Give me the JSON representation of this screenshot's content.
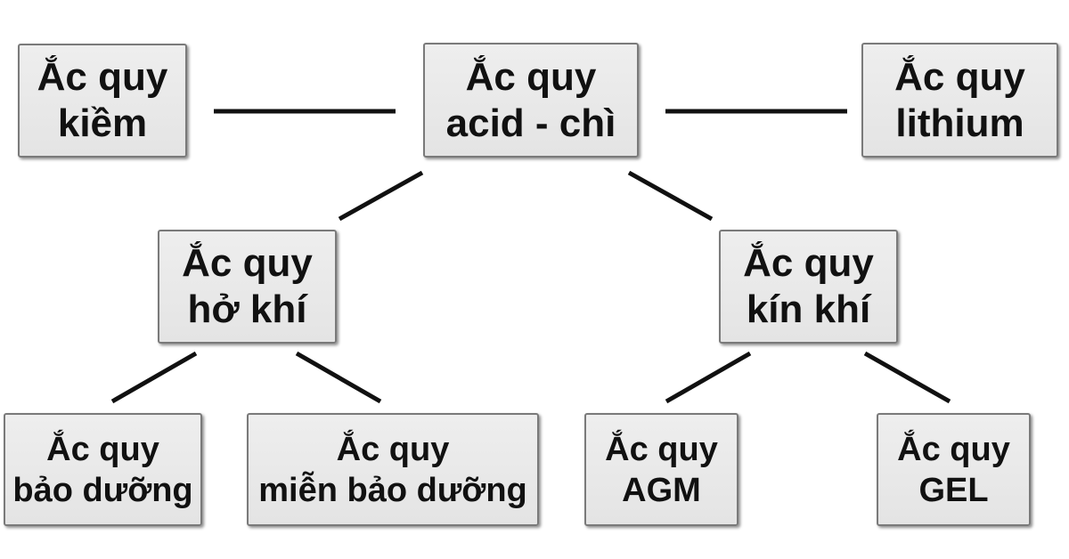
{
  "nodes": {
    "alkaline": {
      "line1": "Ắc quy",
      "line2": "kiềm"
    },
    "lead_acid": {
      "line1": "Ắc quy",
      "line2": "acid - chì"
    },
    "lithium": {
      "line1": "Ắc quy",
      "line2": "lithium"
    },
    "flooded": {
      "line1": "Ắc quy",
      "line2": "hở khí"
    },
    "sealed": {
      "line1": "Ắc quy",
      "line2": "kín khí"
    },
    "serviceable": {
      "line1": "Ắc quy",
      "line2": "bảo dưỡng"
    },
    "maintenance_free": {
      "line1": "Ắc quy",
      "line2": "miễn bảo dưỡng"
    },
    "agm": {
      "line1": "Ắc quy",
      "line2": "AGM"
    },
    "gel": {
      "line1": "Ắc quy",
      "line2": "GEL"
    }
  },
  "colors": {
    "box_fill": "#e8e8e8",
    "box_border": "#7a7a7a",
    "text": "#111111",
    "line": "#111111"
  }
}
